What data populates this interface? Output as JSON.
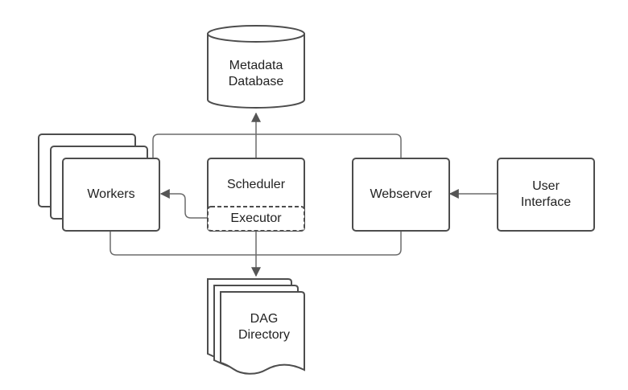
{
  "nodes": {
    "metadata_db": {
      "line1": "Metadata",
      "line2": "Database"
    },
    "workers": {
      "label": "Workers"
    },
    "scheduler": {
      "label": "Scheduler"
    },
    "executor": {
      "label": "Executor"
    },
    "webserver": {
      "label": "Webserver"
    },
    "user_interface": {
      "line1": "User",
      "line2": "Interface"
    },
    "dag_directory": {
      "line1": "DAG",
      "line2": "Directory"
    }
  },
  "edges": [
    {
      "from": "scheduler",
      "to": "metadata_db"
    },
    {
      "from": "workers",
      "to": "metadata_db"
    },
    {
      "from": "webserver",
      "to": "metadata_db"
    },
    {
      "from": "executor",
      "to": "workers"
    },
    {
      "from": "user_interface",
      "to": "webserver"
    },
    {
      "from": "scheduler",
      "to": "dag_directory"
    },
    {
      "from": "workers",
      "to": "dag_directory"
    },
    {
      "from": "webserver",
      "to": "dag_directory"
    }
  ],
  "colors": {
    "stroke": "#4d4d4d",
    "line": "#6b6b6b",
    "fill": "#ffffff",
    "text": "#222222"
  }
}
